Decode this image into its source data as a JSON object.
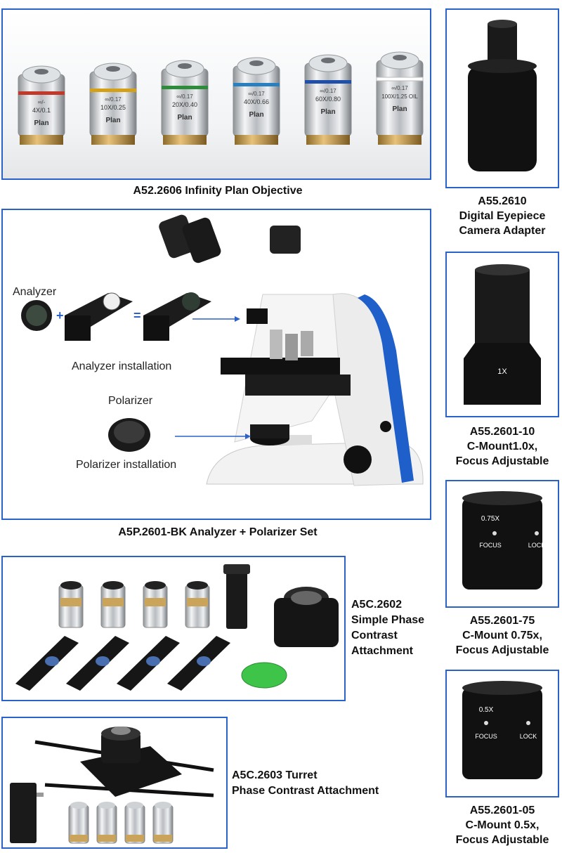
{
  "objectives_panel": {
    "caption": "A52.2606 Infinity Plan Objective",
    "lenses": [
      {
        "line1": "Plan",
        "line2": "4X/0.1",
        "line3": "∞/-",
        "band": "#c0392b"
      },
      {
        "line1": "Plan",
        "line2": "10X/0.25",
        "line3": "∞/0.17",
        "band": "#d4a017"
      },
      {
        "line1": "Plan",
        "line2": "20X/0.40",
        "line3": "∞/0.17",
        "band": "#2e8b3a"
      },
      {
        "line1": "Plan",
        "line2": "40X/0.66",
        "line3": "∞/0.17",
        "band": "#2a7fbf"
      },
      {
        "line1": "Plan",
        "line2": "60X/0.80",
        "line3": "∞/0.17",
        "band": "#1f4fa8"
      },
      {
        "line1": "Plan",
        "line2": "100X/1.25 OIL",
        "line3": "∞/0.17",
        "band": "#ffffff"
      }
    ]
  },
  "polarizer_panel": {
    "caption": "A5P.2601-BK Analyzer + Polarizer Set",
    "analyzer_label": "Analyzer",
    "analyzer_install_label": "Analyzer installation",
    "polarizer_label": "Polarizer",
    "polarizer_install_label": "Polarizer installation",
    "plus_sign": "+",
    "equals_sign": "="
  },
  "phase_panel": {
    "caption_lines": [
      "A5C.2602",
      "Simple Phase",
      "Contrast",
      "Attachment"
    ]
  },
  "turret_panel": {
    "caption_lines": [
      "A5C.2603 Turret",
      "Phase Contrast Attachment"
    ]
  },
  "adapters": [
    {
      "caption_lines": [
        "A55.2610",
        "Digital Eyepiece",
        "Camera Adapter"
      ],
      "marks": []
    },
    {
      "caption_lines": [
        "A55.2601-10",
        "C-Mount1.0x,",
        "Focus Adjustable"
      ],
      "marks": [
        "1X"
      ]
    },
    {
      "caption_lines": [
        "A55.2601-75",
        "C-Mount 0.75x,",
        "Focus Adjustable"
      ],
      "marks": [
        "0.75X",
        "FOCUS",
        "LOCK"
      ]
    },
    {
      "caption_lines": [
        "A55.2601-05",
        "C-Mount 0.5x,",
        "Focus Adjustable"
      ],
      "marks": [
        "0.5X",
        "FOCUS",
        "LOCK"
      ]
    }
  ]
}
